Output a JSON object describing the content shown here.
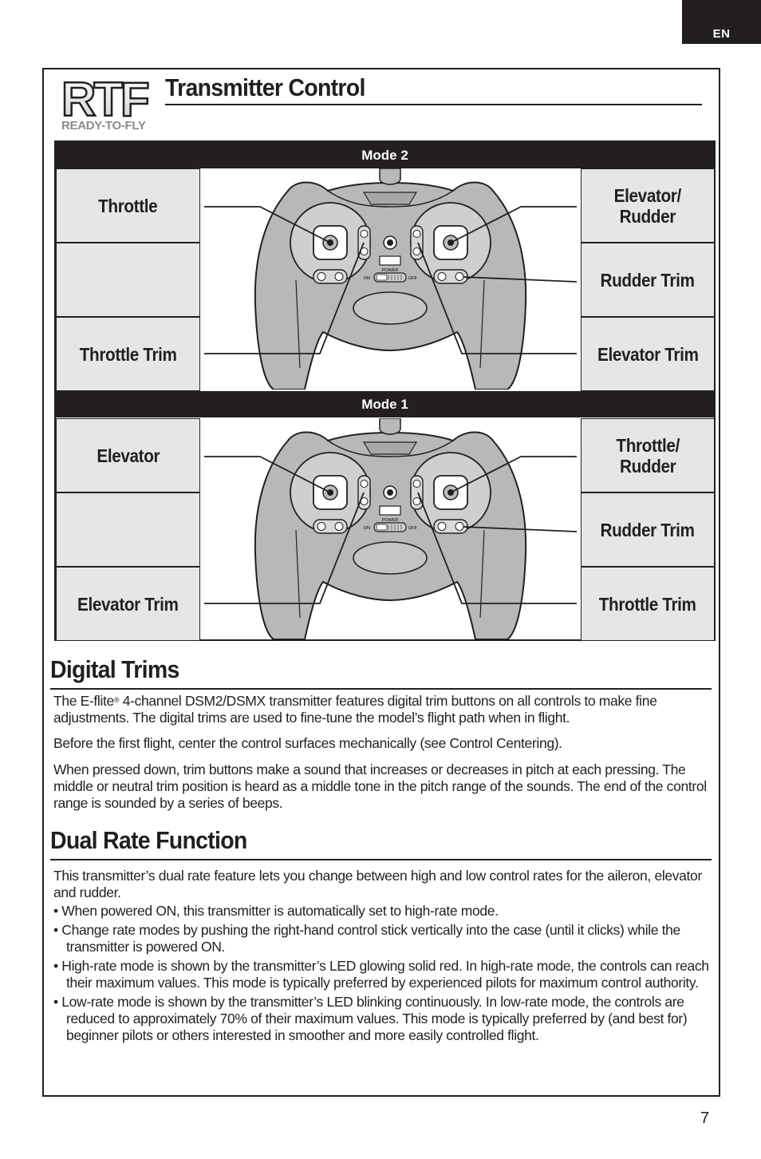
{
  "lang_tab": "EN",
  "logo": {
    "letters": "RTF",
    "subtitle": "READY-TO-FLY"
  },
  "title": "Transmitter Control",
  "modes": [
    {
      "label": "Mode 2",
      "left": [
        "Throttle",
        "",
        "Throttle Trim"
      ],
      "right": [
        "Elevator/\nRudder",
        "Rudder Trim",
        "Elevator Trim"
      ]
    },
    {
      "label": "Mode 1",
      "left": [
        "Elevator",
        "",
        "Elevator Trim"
      ],
      "right": [
        "Throttle/\nRudder",
        "Rudder Trim",
        "Throttle Trim"
      ]
    }
  ],
  "transmitter_labels": {
    "power": "POWER",
    "on": "ON",
    "off": "OFF"
  },
  "digital_trims": {
    "heading": "Digital Trims",
    "p1_pre": "The E-flite",
    "p1_reg": "®",
    "p1_post": " 4-channel DSM2/DSMX transmitter features digital trim buttons on all controls to make fine adjustments. The digital trims are used to fine-tune the model’s flight path when in flight.",
    "p2": "Before the first flight, center the control surfaces mechanically (see Control Centering).",
    "p3": "When pressed down, trim buttons make a sound that increases or decreases in pitch at each pressing. The middle or neutral trim position is heard as a middle tone in the pitch range of the sounds. The end of the control range is sounded by a series of beeps."
  },
  "dual_rate": {
    "heading": "Dual Rate Function",
    "intro": "This transmitter’s dual rate feature lets you change between high and low control rates for the aileron, elevator and rudder.",
    "bullets": [
      "When powered ON, this transmitter is automatically set to high-rate mode.",
      "Change rate modes by pushing the right-hand control stick vertically into the case (until it clicks) while the transmitter is powered ON.",
      "High-rate mode is shown by the transmitter’s LED glowing solid red. In high-rate mode, the controls can reach their maximum values. This mode is typically preferred by experienced pilots for maximum control authority.",
      "Low-rate mode is shown by the transmitter’s LED blinking continuously. In low-rate mode, the controls are reduced to approximately 70% of their maximum values. This mode is typically preferred by (and best for) beginner pilots or others interested in smoother and more easily controlled flight."
    ]
  },
  "page_number": "7"
}
